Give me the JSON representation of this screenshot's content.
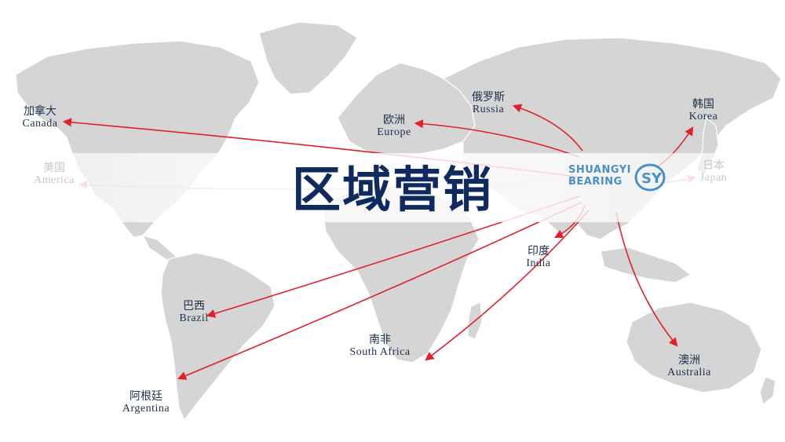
{
  "title": "区域营销",
  "logo": {
    "line1": "SHUANGYI",
    "line2": "BEARING",
    "mark": "SY"
  },
  "colors": {
    "arrow": "#e2202a",
    "land": "#d5d5d5",
    "title": "#0f2a5e",
    "label": "#1e2f4a",
    "logo": "#4a90c8"
  },
  "regions": [
    {
      "key": "canada",
      "zh": "加拿大",
      "en": "Canada",
      "faded": false
    },
    {
      "key": "america",
      "zh": "美国",
      "en": "America",
      "faded": true
    },
    {
      "key": "europe",
      "zh": "欧洲",
      "en": "Europe",
      "faded": false
    },
    {
      "key": "russia",
      "zh": "俄罗斯",
      "en": "Russia",
      "faded": false
    },
    {
      "key": "korea",
      "zh": "韩国",
      "en": "Korea",
      "faded": false
    },
    {
      "key": "japan",
      "zh": "日本",
      "en": "Japan",
      "faded": true
    },
    {
      "key": "india",
      "zh": "印度",
      "en": "India",
      "faded": false
    },
    {
      "key": "brazil",
      "zh": "巴西",
      "en": "Brazil",
      "faded": false
    },
    {
      "key": "south-africa",
      "zh": "南非",
      "en": "South Africa",
      "faded": false
    },
    {
      "key": "argentina",
      "zh": "阿根廷",
      "en": "Argentina",
      "faded": false
    },
    {
      "key": "australia",
      "zh": "澳洲",
      "en": "Australia",
      "faded": false
    }
  ]
}
